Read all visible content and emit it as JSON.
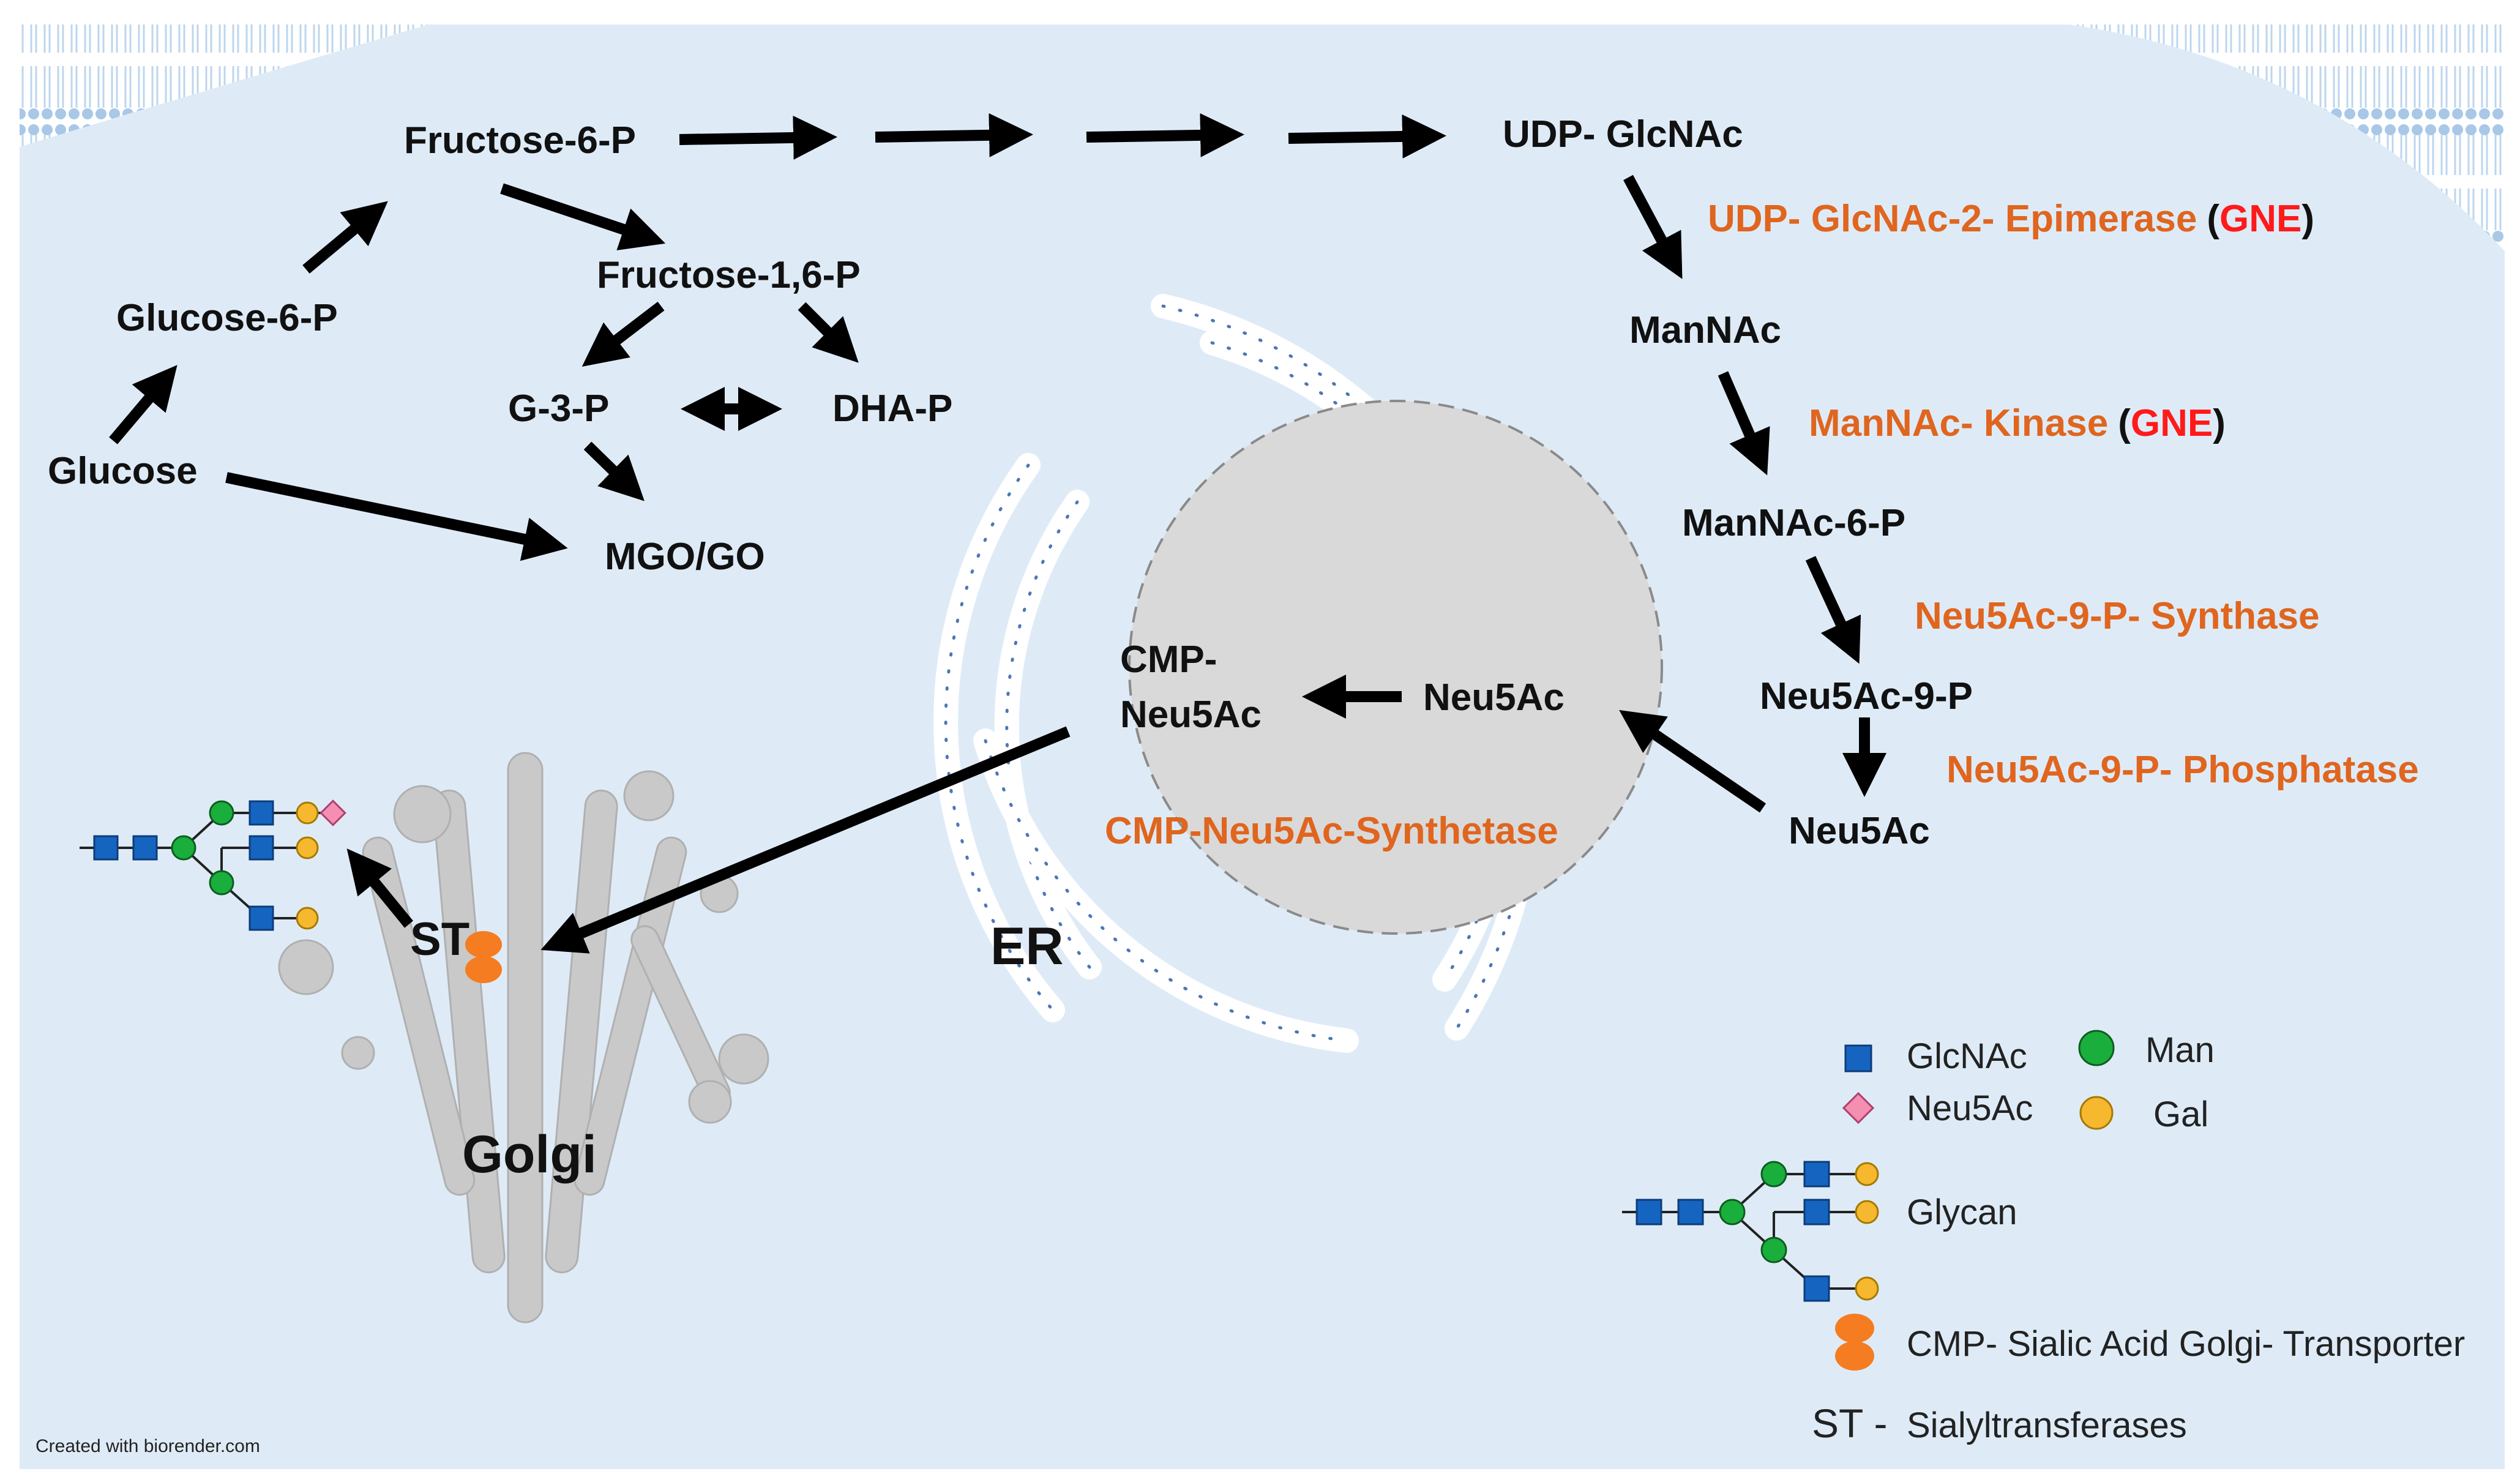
{
  "metabolites": {
    "fructose_6_p": "Fructose-6-P",
    "udp_glcnac": "UDP- GlcNAc",
    "fructose_1_6_p": "Fructose-1,6-P",
    "glucose_6_p": "Glucose-6-P",
    "g_3_p": "G-3-P",
    "dha_p": "DHA-P",
    "glucose": "Glucose",
    "mgo_go": "MGO/GO",
    "mannac": "ManNAc",
    "mannac_6_p": "ManNAc-6-P",
    "neu5ac_9_p": "Neu5Ac-9-P",
    "neu5ac_right": "Neu5Ac",
    "neu5ac_nucleus": "Neu5Ac",
    "cmp_line1": "CMP-",
    "cmp_line2": "Neu5Ac",
    "st": "ST"
  },
  "enzymes": {
    "epimerase": "UDP- GlcNAc-2- Epimerase",
    "kinase": "ManNAc- Kinase",
    "gne": "GNE",
    "open_paren": "(",
    "close_paren": ")",
    "synthase": "Neu5Ac-9-P- Synthase",
    "phosphatase": "Neu5Ac-9-P- Phosphatase",
    "synthetase": "CMP-Neu5Ac-Synthetase"
  },
  "organelles": {
    "er": "ER",
    "golgi": "Golgi"
  },
  "legend": {
    "glcnac": "GlcNAc",
    "man": "Man",
    "neu5ac": "Neu5Ac",
    "gal": "Gal",
    "glycan": "Glycan",
    "transporter": "CMP- Sialic Acid Golgi- Transporter",
    "st_abbr": "ST -",
    "st_full": "Sialyltransferases"
  },
  "credit": "Created with biorender.com",
  "colors": {
    "cytoplasm": "#deebf7",
    "membrane": "#a9c8e8",
    "nucleus": "#d9d9d9",
    "golgi": "#c9c9c9",
    "enzyme_text": "#e0651e",
    "gne_text": "#ff1a1a",
    "glcnac_square": "#1565c0",
    "man_circle": "#1aae3c",
    "gal_circle": "#f5b82e",
    "neu5ac_diamond": "#f48fb1",
    "transporter": "#f57c20"
  }
}
